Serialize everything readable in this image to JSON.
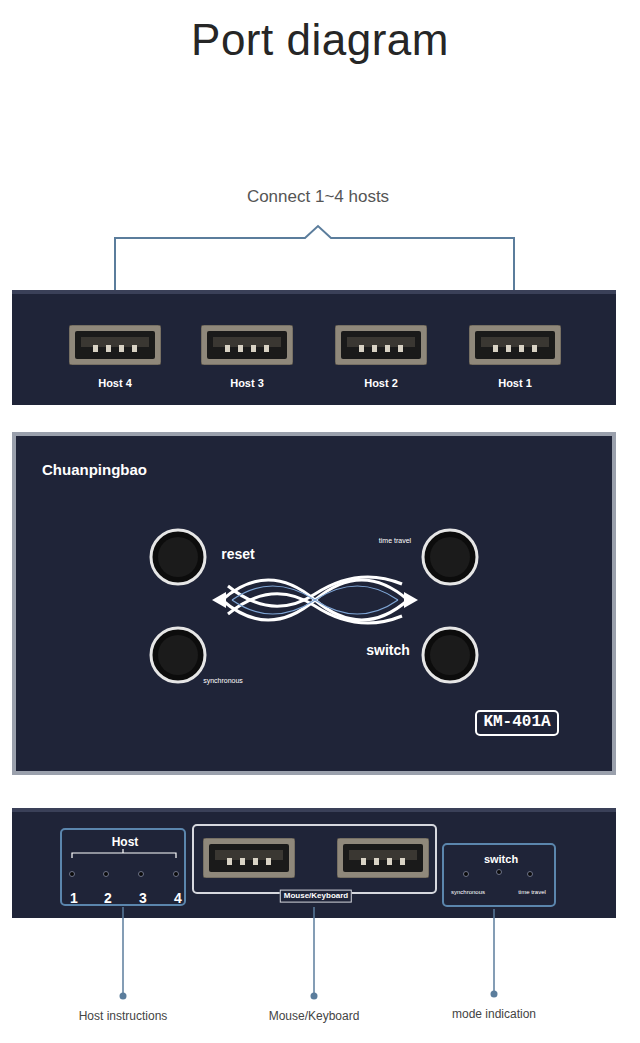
{
  "diagram": {
    "title": "Port diagram",
    "nodes": [
      {
        "text": [
          "Host 4",
          "Host 3",
          "Host 2",
          "Host 1"
        ]
      },
      {
        "text": [
          "Chuanpingbao",
          "reset",
          "time travel",
          "synchronous",
          "switch"
        ]
      },
      {
        "text": [
          "KM-401A"
        ],
        "in": 1
      },
      {
        "text": []
      },
      {
        "text": [
          "Host",
          "1",
          "2",
          "3",
          "4"
        ],
        "in": 3
      },
      {
        "text": [
          "Mouse/Keyboard"
        ],
        "in": 3
      },
      {
        "text": [
          "switch",
          "synchronous",
          "time travel"
        ],
        "in": 3
      }
    ],
    "labels": [
      "Connect 1~4 hosts",
      "Host instructions",
      "Mouse/Keyboard",
      "mode indication"
    ]
  }
}
